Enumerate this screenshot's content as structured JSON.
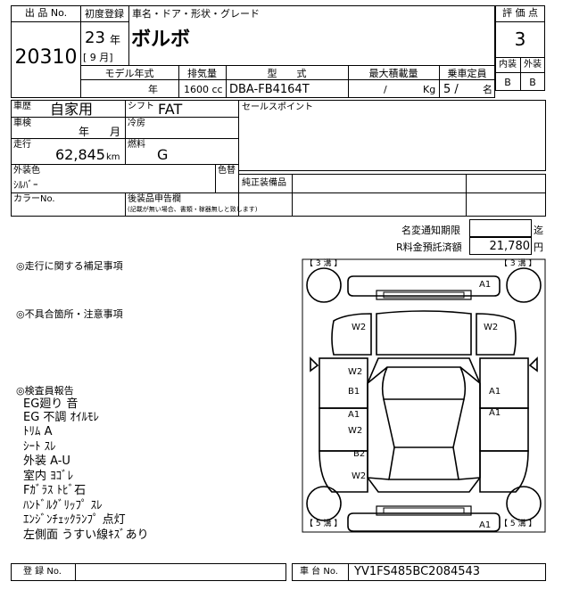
{
  "header": {
    "lot_no_label": "出 品 No.",
    "lot_no": "20310",
    "first_reg_label": "初度登録",
    "first_reg_year": "23",
    "year_unit": "年",
    "first_reg_month_text": "[ 9 月]",
    "car_name_label": "車名・ドア・形状・グレード",
    "car_name": "ボルボ",
    "rating_label": "評 価 点",
    "rating": "3",
    "interior_label": "内装",
    "exterior_label": "外装",
    "interior_grade": "B",
    "exterior_grade": "B"
  },
  "spec_row": {
    "model_year_label": "モデル年式",
    "model_year_unit": "年",
    "displacement_label": "排気量",
    "displacement": "1600 cc",
    "model_label": "型　　式",
    "model_code": "DBA-FB4164T",
    "max_load_label": "最大積載量",
    "max_load_sep": "/",
    "max_load_unit": "Kg",
    "capacity_label": "乗車定員",
    "capacity": "5 /",
    "capacity_unit": "名"
  },
  "info": {
    "history_label": "車歴",
    "history": "自家用",
    "shift_label": "シフト",
    "shift": "FAT",
    "sales_point_label": "セールスポイント",
    "inspection_label": "車検",
    "inspection_year_unit": "年",
    "inspection_month_unit": "月",
    "ac_label": "冷房",
    "mileage_label": "走行",
    "mileage": "62,845",
    "mileage_unit": "km",
    "fuel_label": "燃料",
    "fuel": "G",
    "ext_color_label": "外装色",
    "ext_color": "ｼﾙﾊﾞｰ",
    "color_change_label": "色替",
    "genuine_equipment_label": "純正装備品",
    "color_no_label": "カラーNo.",
    "aftermarket_label": "後装品申告欄",
    "aftermarket_note": "(記載が無い場合、書類・稼器無しと致します)"
  },
  "fees": {
    "name_change_label": "名変通知期限",
    "name_change_unit": "迄",
    "recycle_label": "R料金預託済額",
    "recycle_amount": "21,780",
    "recycle_unit": "円"
  },
  "notes": {
    "driving_label": "◎走行に関する補足事項",
    "defects_label": "◎不具合箇所・注意事項",
    "inspector_label": "◎検査員報告",
    "lines": [
      "EG廻り 音",
      "EG 不調 ｵｲﾙﾓﾚ",
      "ﾄﾘﾑ A",
      "ｼｰﾄ ｽﾚ",
      "外装 A-U",
      "室内 ﾖｺﾞﾚ",
      "Fｶﾞﾗｽ ﾄﾋﾞ石",
      "ﾊﾝﾄﾞﾙｸﾞﾘｯﾌﾟ ｽﾚ",
      "ｴﾝｼﾞﾝﾁｪｯｸﾗﾝﾌﾟ 点灯",
      "左側面 うすい線ｷｽﾞあり"
    ]
  },
  "diagram": {
    "tl_bracket": "【 3 溝 】",
    "tr_bracket": "【 3 溝 】",
    "bl_bracket": "【 5 溝 】",
    "br_bracket": "【 5 溝 】",
    "front_bumper": "A1",
    "rear_bumper": "A1",
    "left_front_fender": "W2",
    "right_front_fender": "W2",
    "left_front_door_upper": "W2",
    "left_front_door_lower": "B1",
    "left_rear_door_upper": "A1",
    "left_rear_door_lower": "W2",
    "left_rear_quarter_upper": "B2",
    "left_rear_quarter_lower": "W2",
    "right_front_door": "A1",
    "right_rear_door": "A1"
  },
  "footer": {
    "reg_no_label": "登 録 No.",
    "chassis_label": "車 台 No.",
    "chassis_no": "YV1FS485BC2084543"
  }
}
